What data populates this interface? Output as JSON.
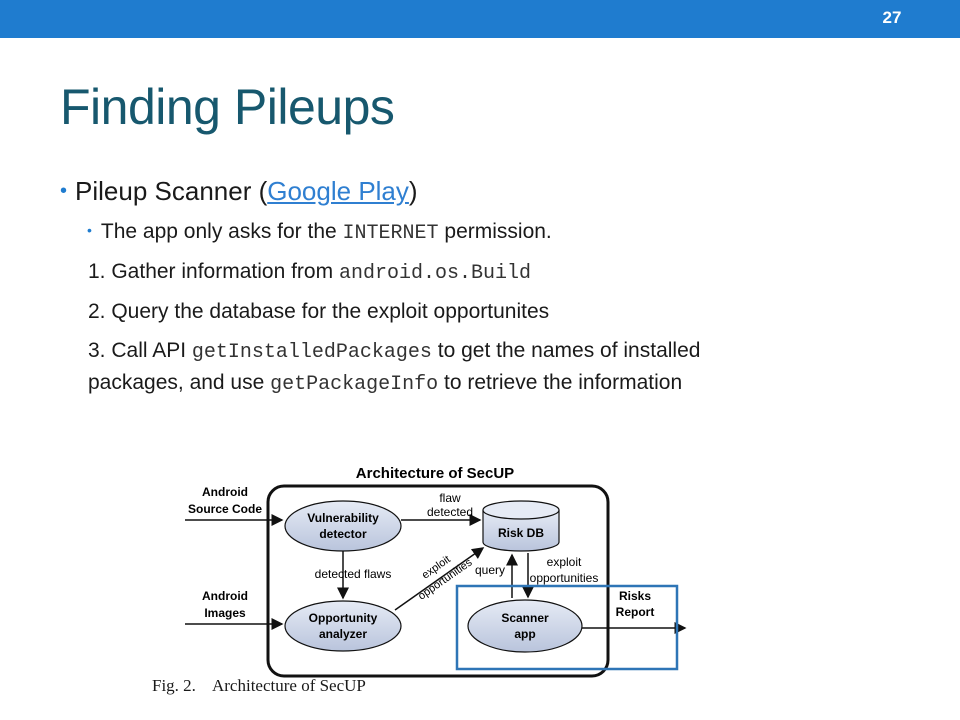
{
  "slide": {
    "number": "27",
    "title": "Finding Pileups"
  },
  "bullets": {
    "main_text": "Pileup Scanner (",
    "main_link": "Google Play",
    "main_close": ")",
    "sub_pre": "The app only asks for the ",
    "sub_code": "INTERNET",
    "sub_post": " permission."
  },
  "steps": {
    "s1_pre": "1. Gather information from ",
    "s1_code": "android.os.Build",
    "s2": "2. Query the database for the exploit opportunites",
    "s3_pre": "3. Call API ",
    "s3_code1": "getInstalledPackages",
    "s3_mid": " to get the names of installed",
    "s3_line2_pre": "packages, and use ",
    "s3_code2": "getPackageInfo",
    "s3_post": " to retrieve the information"
  },
  "figure": {
    "title": "Architecture of SecUP",
    "input1_l1": "Android",
    "input1_l2": "Source Code",
    "input2_l1": "Android",
    "input2_l2": "Images",
    "vuln_l1": "Vulnerability",
    "vuln_l2": "detector",
    "opp_l1": "Opportunity",
    "opp_l2": "analyzer",
    "riskdb": "Risk DB",
    "scanner_l1": "Scanner",
    "scanner_l2": "app",
    "flaw_l1": "flaw",
    "flaw_l2": "detected",
    "detected_flaws": "detected flaws",
    "exploit_diag_l1": "exploit",
    "exploit_diag_l2": "opportunities",
    "query": "query",
    "exploit_r_l1": "exploit",
    "exploit_r_l2": "opportunities",
    "risks_l1": "Risks",
    "risks_l2": "Report",
    "caption": "Fig. 2.    Architecture of SecUP",
    "highlight_color": "#2e75b6"
  }
}
